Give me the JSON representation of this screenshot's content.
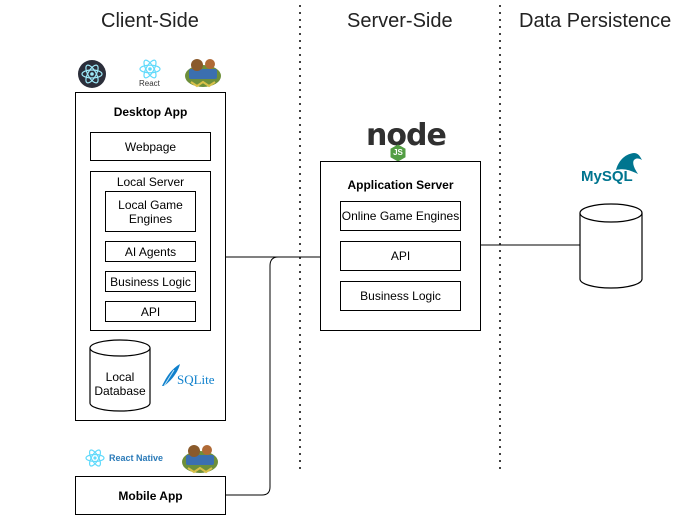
{
  "columns": {
    "client": "Client-Side",
    "server": "Server-Side",
    "persistence": "Data Persistence"
  },
  "desktop_app": {
    "title": "Desktop App",
    "webpage": "Webpage",
    "local_server": {
      "title": "Local Server",
      "local_game_engines": "Local Game Engines",
      "ai_agents": "AI Agents",
      "business_logic": "Business Logic",
      "api": "API"
    },
    "local_database": "Local Database"
  },
  "mobile_app": {
    "title": "Mobile App"
  },
  "application_server": {
    "title": "Application Server",
    "online_game_engines": "Online Game Engines",
    "api": "API",
    "business_logic": "Business Logic"
  },
  "logos": {
    "react": "React",
    "react_native": "React Native",
    "sqlite": "SQLite",
    "mysql": "MySQL",
    "node": "node",
    "node_js": "JS"
  },
  "colors": {
    "react": "#61dafb",
    "react_native_text": "#2a7ab8",
    "node_dark": "#303030",
    "node_green": "#539e43",
    "sqlite": "#0f80cc",
    "mysql_blue": "#00758f",
    "mysql_orange": "#f29111",
    "electron": "#2b2e3a"
  }
}
